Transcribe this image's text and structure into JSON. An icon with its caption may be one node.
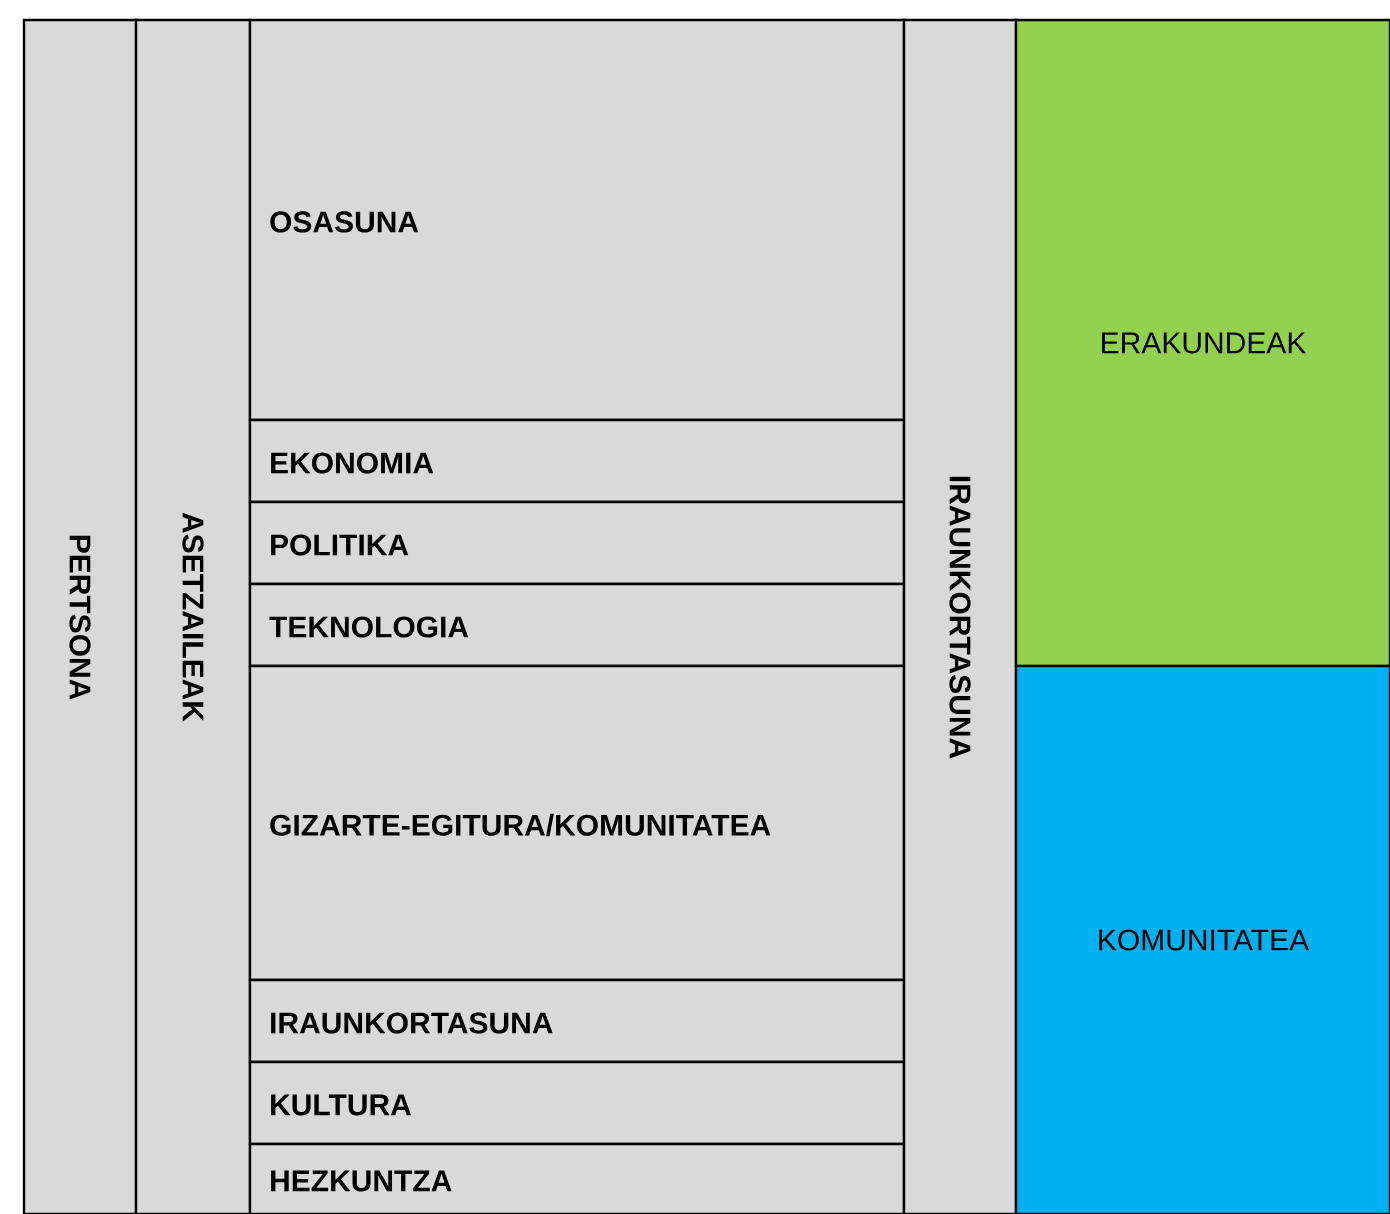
{
  "diagram": {
    "nodes": [
      {
        "text": [
          "PERTSONA"
        ]
      },
      {
        "text": [
          "ASETZAILEAK"
        ]
      },
      {
        "text": [
          "OSASUNA"
        ]
      },
      {
        "text": [
          "EKONOMIA"
        ]
      },
      {
        "text": [
          "POLITIKA"
        ]
      },
      {
        "text": [
          "TEKNOLOGIA"
        ]
      },
      {
        "text": [
          "GIZARTE-EGITURA/KOMUNITATEA"
        ]
      },
      {
        "text": [
          "IRAUNKORTASUNA"
        ]
      },
      {
        "text": [
          "KULTURA"
        ]
      },
      {
        "text": [
          "HEZKUNTZA"
        ]
      },
      {
        "text": [
          "IRAUNKORTASUNA"
        ]
      },
      {
        "text": [
          "ERAKUNDEAK"
        ]
      },
      {
        "text": [
          "KOMUNITATEA"
        ]
      }
    ]
  }
}
